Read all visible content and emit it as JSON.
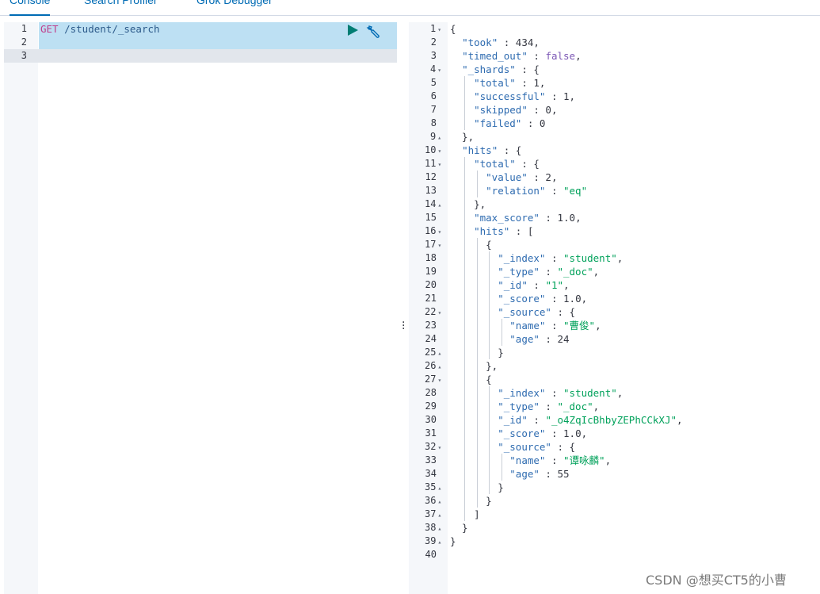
{
  "tabs": [
    "Console",
    "Search Profiler",
    "Grok Debugger"
  ],
  "request": {
    "method": "GET",
    "path": "/student/_search",
    "line_numbers": [
      "1",
      "2",
      "3"
    ]
  },
  "response": {
    "lines": [
      "{",
      "  \"took\" : 434,",
      "  \"timed_out\" : false,",
      "  \"_shards\" : {",
      "    \"total\" : 1,",
      "    \"successful\" : 1,",
      "    \"skipped\" : 0,",
      "    \"failed\" : 0",
      "  },",
      "  \"hits\" : {",
      "    \"total\" : {",
      "      \"value\" : 2,",
      "      \"relation\" : \"eq\"",
      "    },",
      "    \"max_score\" : 1.0,",
      "    \"hits\" : [",
      "      {",
      "        \"_index\" : \"student\",",
      "        \"_type\" : \"_doc\",",
      "        \"_id\" : \"1\",",
      "        \"_score\" : 1.0,",
      "        \"_source\" : {",
      "          \"name\" : \"曹俊\",",
      "          \"age\" : 24",
      "        }",
      "      },",
      "      {",
      "        \"_index\" : \"student\",",
      "        \"_type\" : \"_doc\",",
      "        \"_id\" : \"_o4ZqIcBhbyZEPhCCkXJ\",",
      "        \"_score\" : 1.0,",
      "        \"_source\" : {",
      "          \"name\" : \"谭咏麟\",",
      "          \"age\" : 55",
      "        }",
      "      }",
      "    ]",
      "  }",
      "}",
      ""
    ],
    "fold_open": [
      1,
      4,
      10,
      11,
      16,
      17,
      22,
      27,
      32
    ],
    "fold_close": [
      9,
      14,
      25,
      26,
      35,
      36,
      37,
      38,
      39
    ]
  },
  "watermark": "CSDN @想买CT5的小曹"
}
